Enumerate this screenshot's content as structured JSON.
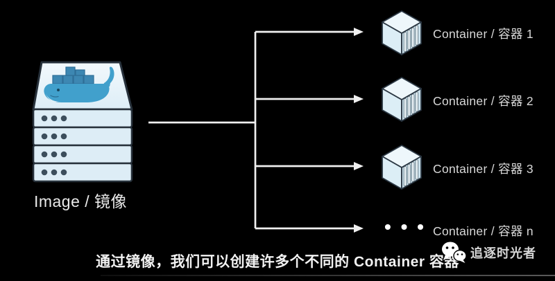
{
  "diagram": {
    "source": {
      "label": "Image / 镜像",
      "icon": "docker-image-stack-icon"
    },
    "targets": [
      {
        "label": "Container / 容器 1",
        "icon": "container-cube-icon"
      },
      {
        "label": "Container / 容器 2",
        "icon": "container-cube-icon"
      },
      {
        "label": "Container / 容器 3",
        "icon": "container-cube-icon"
      },
      {
        "label": "Container / 容器 n",
        "icon": "ellipsis-icon",
        "ellipsis": "• • •"
      }
    ]
  },
  "caption": "通过镜像，我们可以创建许多个不同的 Container 容器",
  "watermark": {
    "label": "追逐时光者",
    "icon": "wechat-icon"
  },
  "colors": {
    "background": "#000000",
    "arrow": "#f0f0f0",
    "label_text": "#d9d9d9",
    "caption_text": "#f2f2f2",
    "outline": "#2b3743",
    "cube_top": "#eef7fb",
    "cube_left": "#dceef6",
    "cube_right": "#cbe1ec",
    "row_fill": "#ddedf6",
    "docker_whale_blue": "#41a0cc",
    "docker_container_blue": "#3d87b2"
  }
}
